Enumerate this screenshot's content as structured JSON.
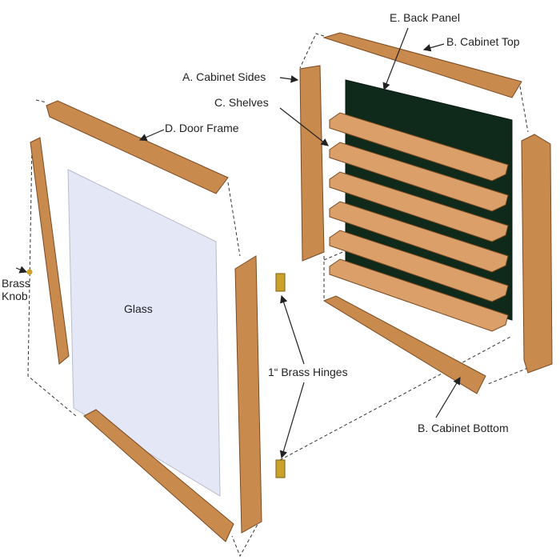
{
  "labels": {
    "back_panel": "E. Back Panel",
    "cabinet_top": "B. Cabinet Top",
    "cabinet_sides": "A. Cabinet Sides",
    "shelves": "C. Shelves",
    "door_frame": "D. Door Frame",
    "brass_knob_line1": "Brass",
    "brass_knob_line2": "Knob",
    "glass": "Glass",
    "brass_hinges": "1“ Brass Hinges",
    "cabinet_bottom": "B. Cabinet Bottom"
  },
  "colors": {
    "wood": "#c98a4e",
    "back_panel": "#0f2a1a",
    "glass": "#e4e7f6",
    "brass": "#c9a227"
  }
}
